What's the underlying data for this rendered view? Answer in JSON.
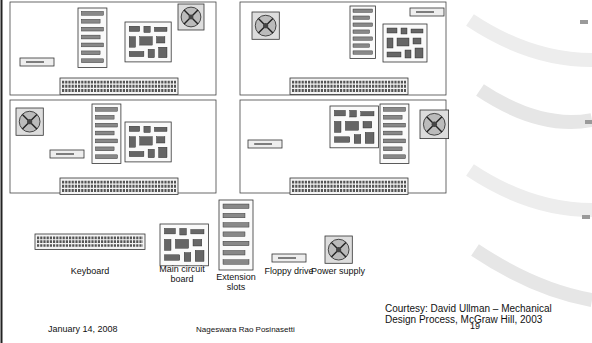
{
  "diagram": {
    "labels": [
      "Keyboard",
      "Main circuit board",
      "Extension slots",
      "Floppy drive",
      "Power supply",
      "Courtesy: David Ullman – Mechanical Design Process, McGraw Hill, 2003",
      "January 14, 2008",
      "Nageswara Rao Posinasetti",
      "19"
    ]
  }
}
